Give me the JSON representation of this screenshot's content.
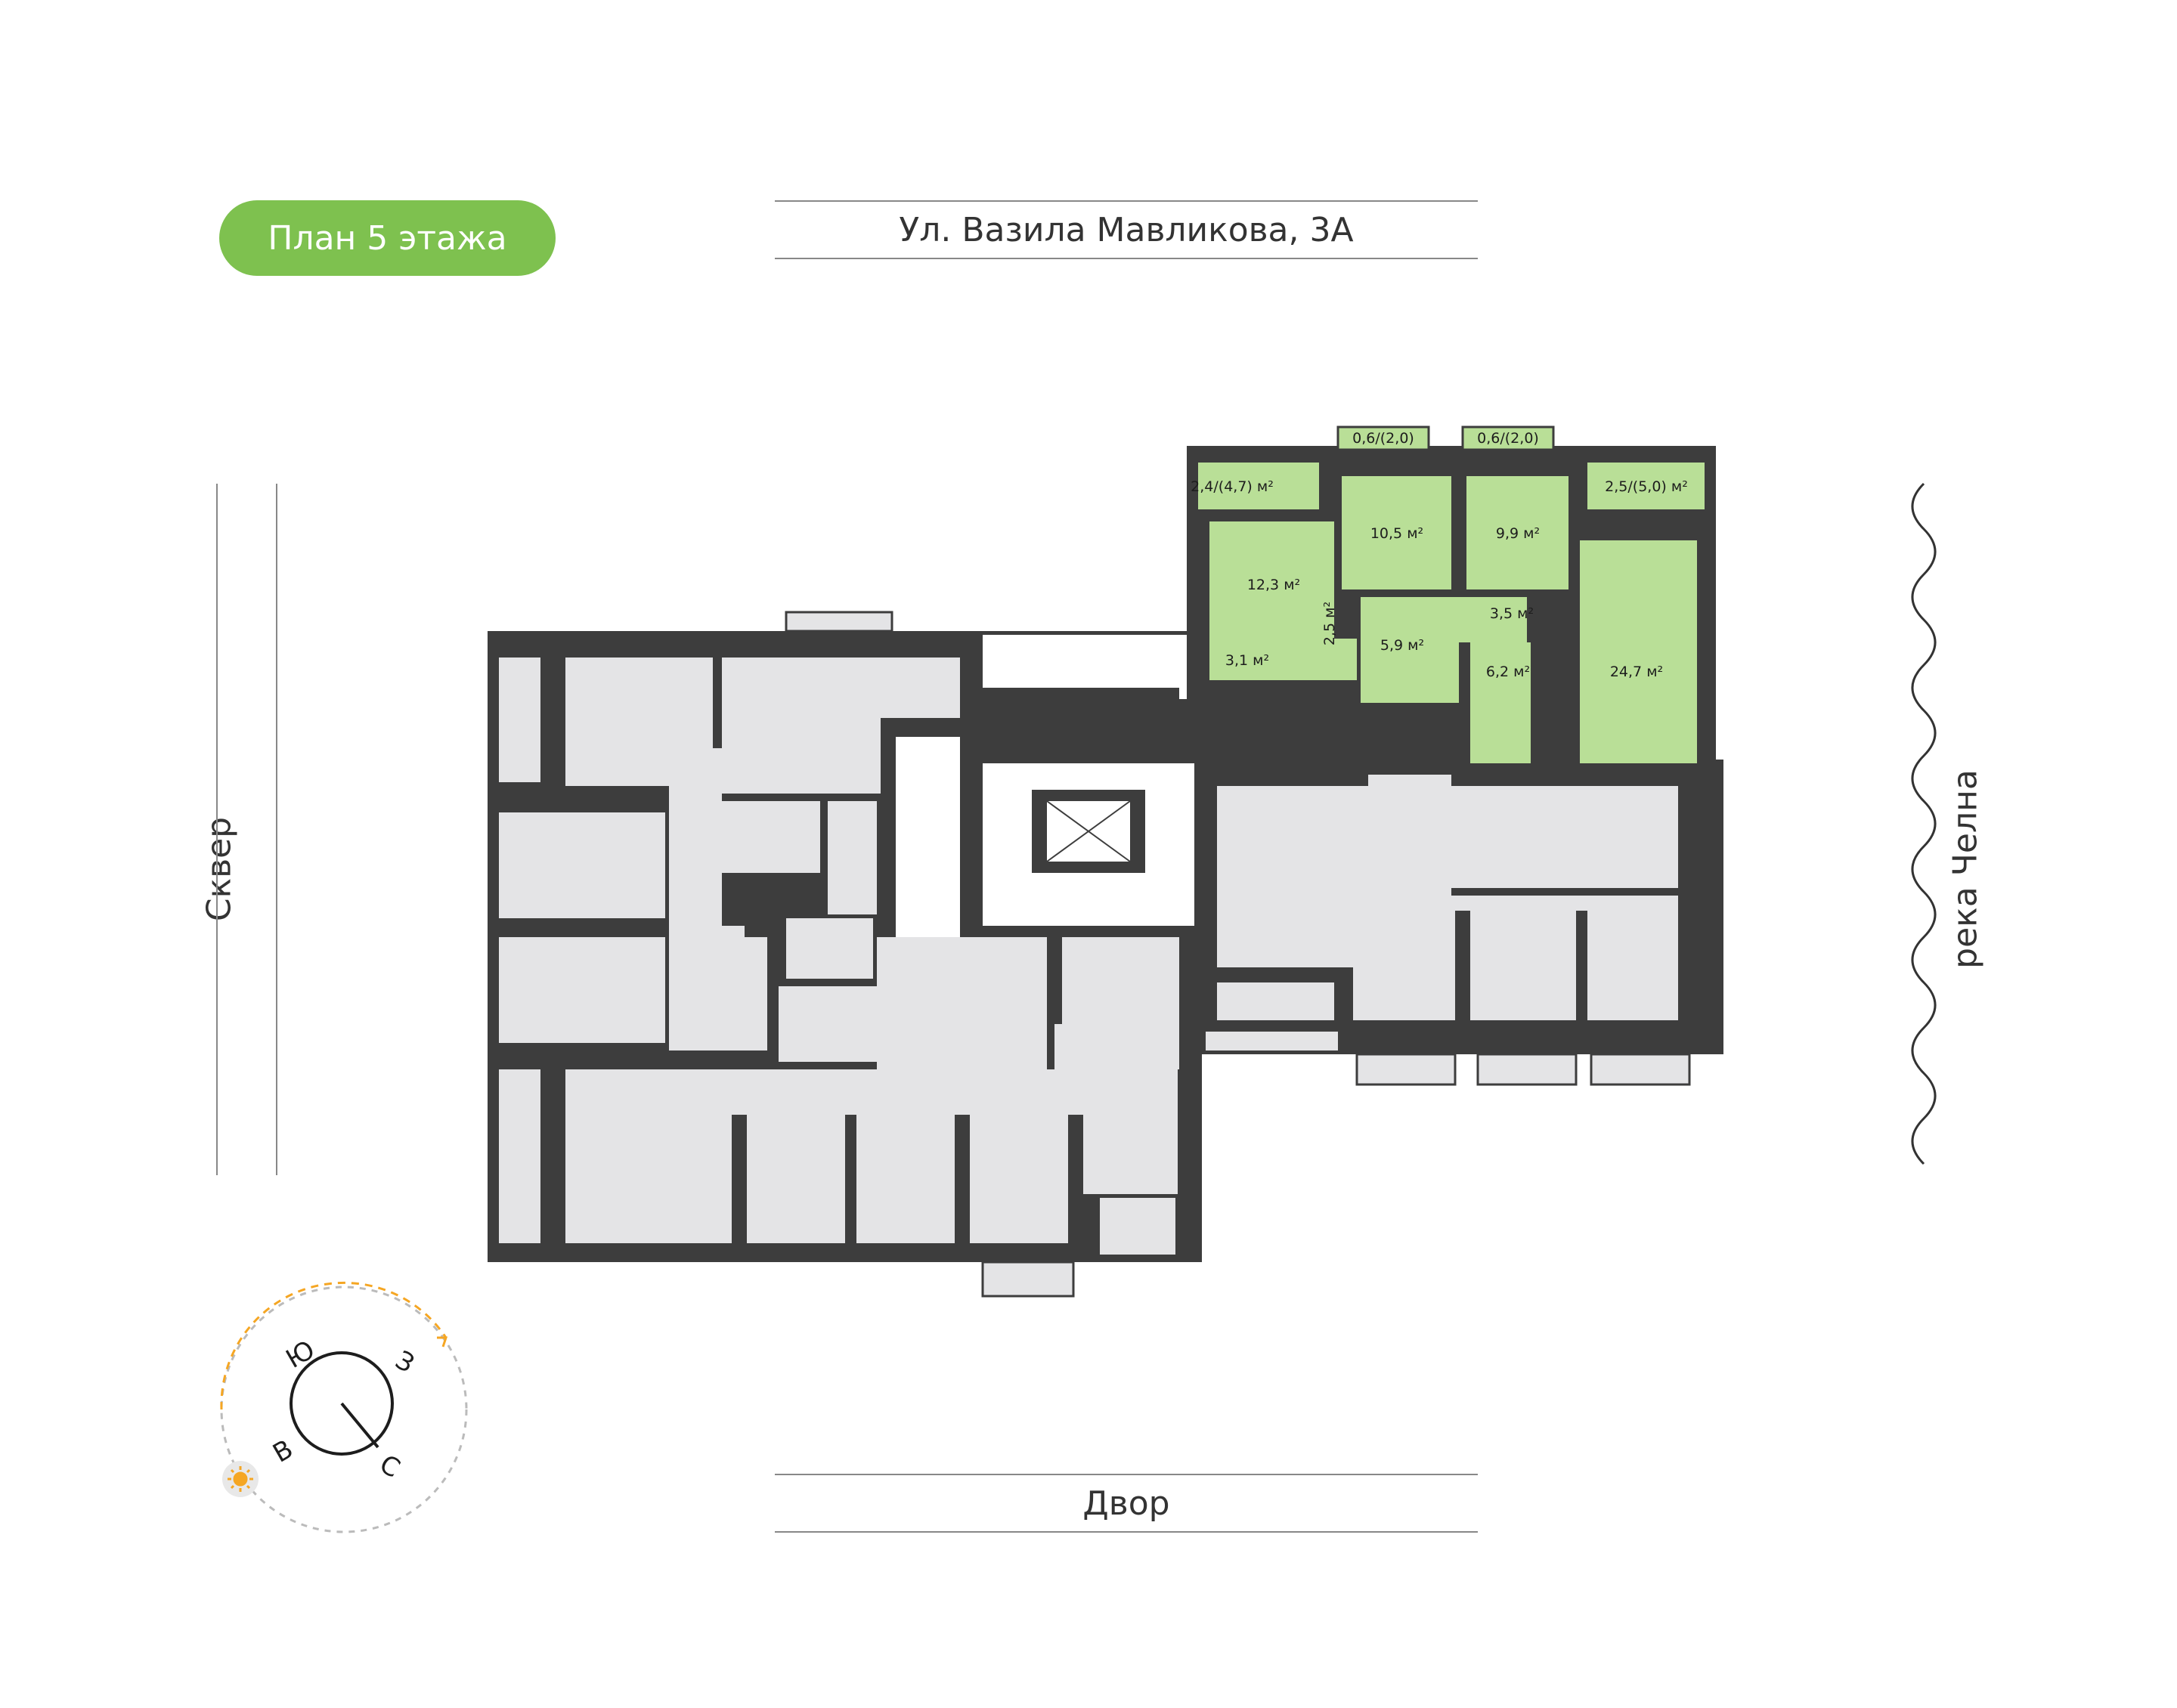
{
  "floor_badge": "План 5 этажа",
  "street_top": "Ул. Вазила Мавликова, 3А",
  "yard_bottom": "Двор",
  "side_left": "Сквер",
  "side_right": "река Челна",
  "compass": {
    "south": "Ю",
    "west": "З",
    "east": "В",
    "north": "С"
  },
  "areas": {
    "balcony_left": "2,4/(4,7) м²",
    "loggia_1": "0,6/(2,0)",
    "loggia_2": "0,6/(2,0)",
    "balcony_right": "2,5/(5,0) м²",
    "room_12_3": "12,3 м²",
    "room_10_5": "10,5 м²",
    "room_9_9": "9,9 м²",
    "hall_3_5": "3,5 м²",
    "bath_2_5": "2,5 м²",
    "wc_3_1": "3,1 м²",
    "hall_5_9": "5,9 м²",
    "bath_6_2": "6,2 м²",
    "kitchen_24_7": "24,7 м²"
  },
  "colors": {
    "accent": "#7ec14f",
    "apartment_fill": "#b9df97",
    "wall": "#3d3d3d",
    "room": "#e4e4e6",
    "sun": "#f5a623"
  }
}
